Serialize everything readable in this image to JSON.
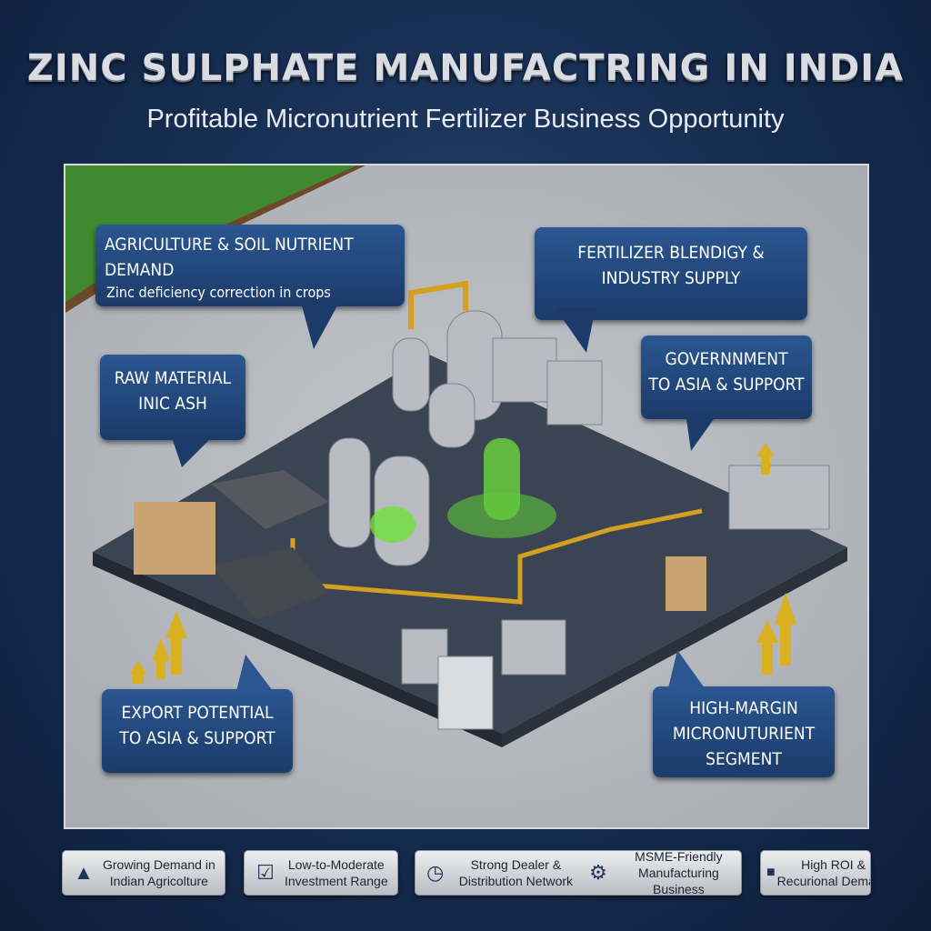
{
  "header": {
    "title": "ZINC SULPHATE MANUFACTRING IN INDIA",
    "subtitle": "Profitable Micronutrient Fertilizer Business Opportunity"
  },
  "callouts": {
    "agriculture": {
      "title": "AGRICULTURE & SOIL NUTRIENT DEMAND",
      "sub": "Zinc deficiency correction in crops"
    },
    "fertilizer": {
      "line1": "FERTILIZER BLENDIGY &",
      "line2": "INDUSTRY SUPPLY"
    },
    "raw_material": {
      "line1": "RAW MATERIAL",
      "line2": "INIC ASH"
    },
    "government": {
      "line1": "GOVERNNMENT",
      "line2": "TO ASIA & SUPPORT"
    },
    "export": {
      "line1": "EXPORT POTENTIAL",
      "line2": "TO ASIA & SUPPORT"
    },
    "high_margin": {
      "line1": "HIGH-MARGIN",
      "line2": "MICRONUTURIENT",
      "line3": "SEGMENT"
    }
  },
  "badges": [
    {
      "icon": "farmer-icon",
      "line1": "Growing Demand in",
      "line2": "Indian Agricolture"
    },
    {
      "icon": "clipboard-check-icon",
      "line1": "Low-to-Moderate",
      "line2": "Investment Range"
    },
    {
      "icon": "shield-clock-icon",
      "line1": "Strong Dealer &",
      "line2": "Distribution Network"
    },
    {
      "icon": "factory-icon",
      "line1": "MSME-Friendly",
      "line2": "Manufacturing Business"
    },
    {
      "icon": "roi-icon",
      "line1": "High ROI &",
      "line2": "Recurional Demand"
    }
  ],
  "colors": {
    "navy": "#142a4c",
    "callout": "#1f4275",
    "pipe": "#d4a020",
    "reactor_glow": "#6fe03a",
    "platform": "#3a4250"
  }
}
